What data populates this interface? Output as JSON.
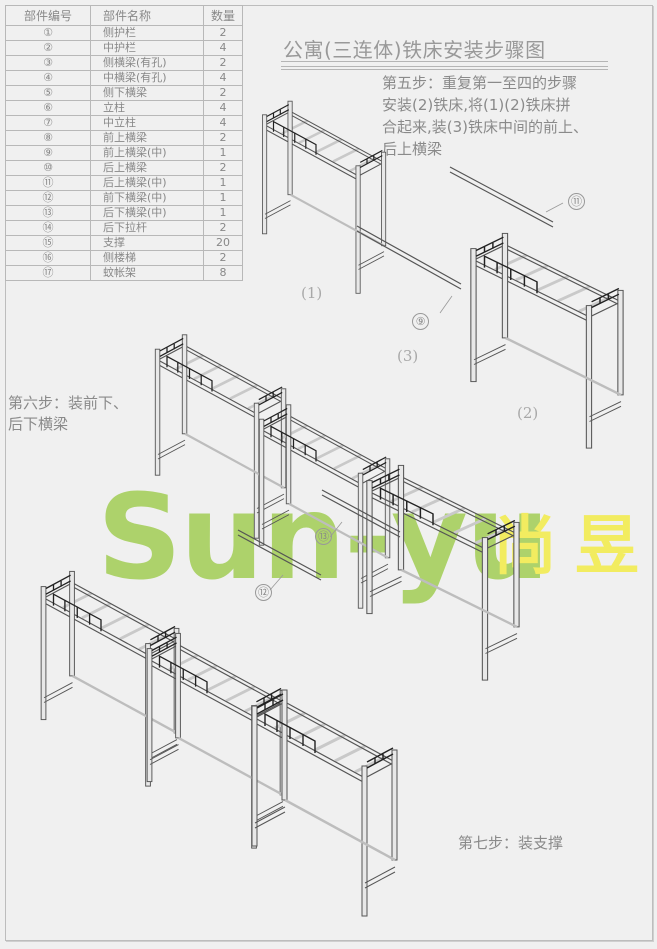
{
  "parts_table": {
    "headers": [
      "部件编号",
      "部件名称",
      "数量"
    ],
    "rows": [
      {
        "no": "①",
        "name": "侧护栏",
        "qty": "2"
      },
      {
        "no": "②",
        "name": "中护栏",
        "qty": "4"
      },
      {
        "no": "③",
        "name": "侧横梁(有孔)",
        "qty": "2"
      },
      {
        "no": "④",
        "name": "中横梁(有孔)",
        "qty": "4"
      },
      {
        "no": "⑤",
        "name": "侧下横梁",
        "qty": "2"
      },
      {
        "no": "⑥",
        "name": "立柱",
        "qty": "4"
      },
      {
        "no": "⑦",
        "name": "中立柱",
        "qty": "4"
      },
      {
        "no": "⑧",
        "name": "前上横梁",
        "qty": "2"
      },
      {
        "no": "⑨",
        "name": "前上横梁(中)",
        "qty": "1"
      },
      {
        "no": "⑩",
        "name": "后上横梁",
        "qty": "2"
      },
      {
        "no": "⑪",
        "name": "后上横梁(中)",
        "qty": "1"
      },
      {
        "no": "⑫",
        "name": "前下横梁(中)",
        "qty": "1"
      },
      {
        "no": "⑬",
        "name": "后下横梁(中)",
        "qty": "1"
      },
      {
        "no": "⑭",
        "name": "后下拉杆",
        "qty": "2"
      },
      {
        "no": "⑮",
        "name": "支撑",
        "qty": "20"
      },
      {
        "no": "⑯",
        "name": "侧楼梯",
        "qty": "2"
      },
      {
        "no": "⑰",
        "name": "蚊帐架",
        "qty": "8"
      }
    ]
  },
  "title": "公寓(三连体)铁床安装步骤图",
  "steps": {
    "step5": [
      "第五步：重复第一至四的步骤",
      "安装(2)铁床,将(1)(2)铁床拼",
      "合起来,装(3)铁床中间的前上、",
      "后上横梁"
    ],
    "step6": [
      "第六步：装前下、",
      "后下横梁"
    ],
    "step7": "第七步：装支撑"
  },
  "bed_labels": {
    "bed1": "(1)",
    "bed2": "(2)",
    "bed3": "(3)"
  },
  "callouts": {
    "c9": "⑨",
    "c11": "⑪",
    "c12": "⑫",
    "c13": "⑬"
  },
  "watermark": {
    "latin": "Sun-yu",
    "cjk": "尚昱",
    "latin_color": "#a8d060",
    "cjk_color": "#f2ec60"
  }
}
